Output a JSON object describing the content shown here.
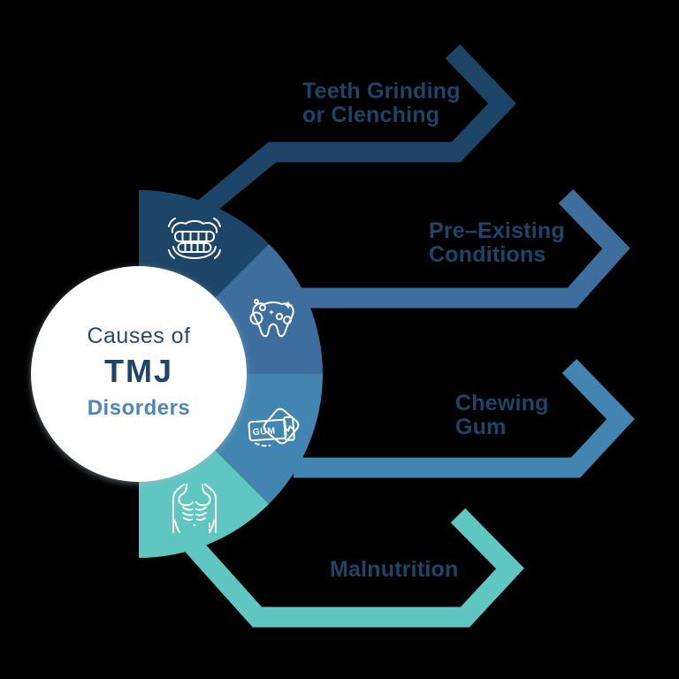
{
  "center": {
    "line1": "Causes of",
    "line2": "TMJ",
    "line3": "Disorders"
  },
  "causes": [
    {
      "label_lines": [
        "Teeth Grinding",
        "or Clenching"
      ],
      "color": "#1d4568",
      "icon": "dentures-icon"
    },
    {
      "label_lines": [
        "Pre–Existing",
        "Conditions"
      ],
      "color": "#3d6e9e",
      "icon": "sparkling-tooth-icon"
    },
    {
      "label_lines": [
        "Chewing",
        "Gum"
      ],
      "color": "#4285b1",
      "icon": "gum-pack-icon"
    },
    {
      "label_lines": [
        "Malnutrition"
      ],
      "color": "#5fc6c1",
      "icon": "torso-ribs-icon"
    }
  ],
  "gum_icon_label": "GUM",
  "colors": {
    "background": "#000000",
    "circle": "#ffffff",
    "label_text": "#1d4568",
    "title_text": "#27496d",
    "tmj_text": "#1d4568",
    "disorders_text": "#4d86b8",
    "icon_stroke": "#ffffff"
  }
}
